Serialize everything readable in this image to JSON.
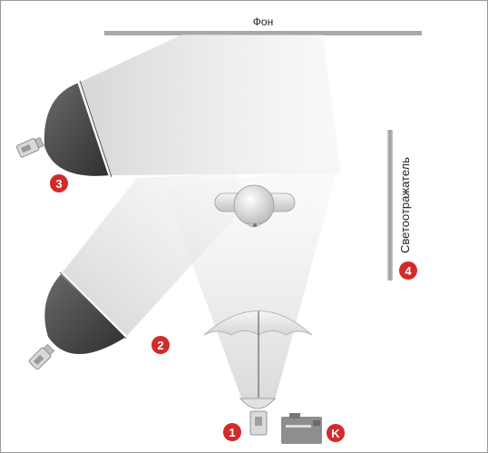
{
  "labels": {
    "background": "Фон",
    "reflector": "Светоотражатель"
  },
  "markers": {
    "m1": "1",
    "m2": "2",
    "m3": "3",
    "m4": "4",
    "camera": "K"
  },
  "colors": {
    "badge": "#d32a2a",
    "softbox_dark": "#3e3e3e",
    "light_beam": "#d9d9d9",
    "background_bar": "#a8a8a8"
  }
}
